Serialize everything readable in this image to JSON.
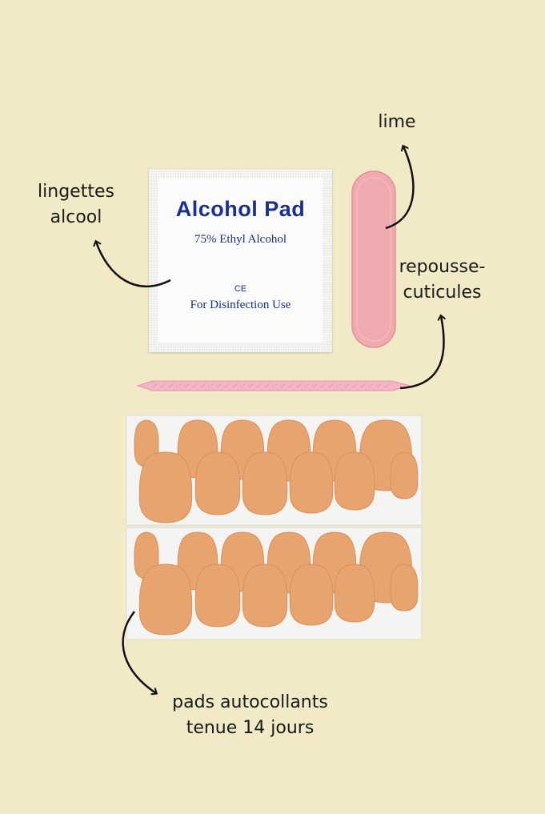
{
  "labels": {
    "wipes": [
      "lingettes",
      "alcool"
    ],
    "file": "lime",
    "pusher": [
      "repousse-",
      "cuticules"
    ],
    "pads": [
      "pads autocollants",
      "tenue 14 jours"
    ]
  },
  "alcohol_pad": {
    "title": "Alcohol  Pad",
    "subtitle": "75% Ethyl Alcohol",
    "ce_mark": "CE",
    "usage": "For Disinfection Use"
  },
  "colors": {
    "background": "#f2e9c6",
    "pad_text": "#1b2f8f",
    "nail_file": "#f0a9ae",
    "cuticle_stick": "#f4b6c6",
    "adhesive_pads": "#e8a46f",
    "sheet": "#f4f4f2"
  }
}
